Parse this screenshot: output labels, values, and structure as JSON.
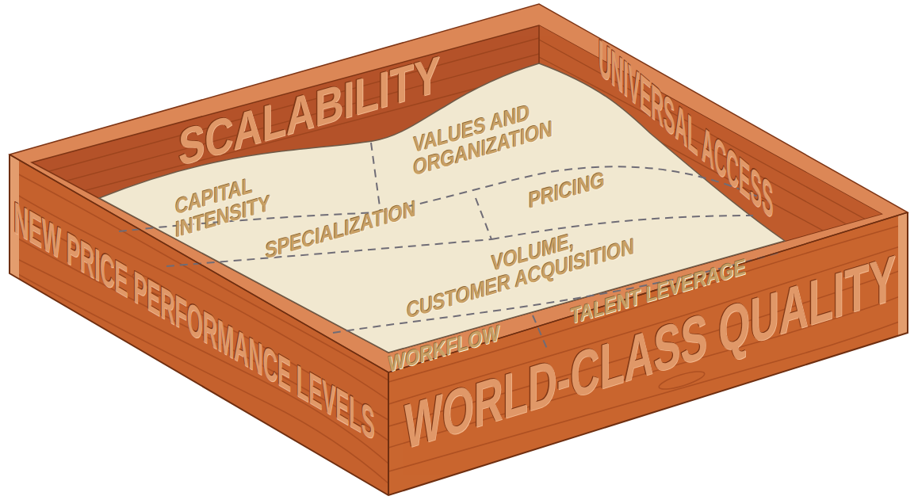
{
  "diagram": {
    "nodes": [
      {
        "text": [
          "CAPITAL INTENSITY"
        ]
      },
      {
        "text": [
          "VALUES AND ORGANIZATION"
        ]
      },
      {
        "text": [
          "SPECIALIZATION"
        ]
      },
      {
        "text": [
          "PRICING"
        ]
      },
      {
        "text": [
          "VOLUME, CUSTOMER ACQUISITION"
        ]
      },
      {
        "text": [
          "WORKFLOW"
        ]
      },
      {
        "text": [
          "TALENT LEVERAGE"
        ]
      }
    ],
    "labels": [
      "SCALABILITY",
      "UNIVERSAL ACCESS",
      "NEW PRICE PERFORMANCE LEVELS",
      "WORLD-CLASS QUALITY"
    ]
  }
}
